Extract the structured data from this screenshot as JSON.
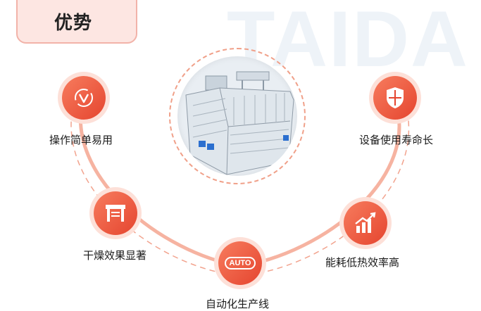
{
  "header": {
    "title": "优势"
  },
  "watermark": {
    "text": "TAIDA"
  },
  "center": {
    "image_name": "dryer-machine-image"
  },
  "features": [
    {
      "label": "操作简单易用",
      "icon": "v-cycle-icon"
    },
    {
      "label": "设备使用寿命长",
      "icon": "shield-icon"
    },
    {
      "label": "干燥效果显著",
      "icon": "dryer-table-icon"
    },
    {
      "label": "能耗低热效率高",
      "icon": "growth-chart-icon"
    },
    {
      "label": "自动化生产线",
      "icon": "auto-badge-icon"
    }
  ],
  "auto_badge_text": "AUTO",
  "colors": {
    "accent": "#e5452f",
    "accent_light": "#f77c5e",
    "tab_bg": "#fde6e2",
    "line": "#f2a38e"
  }
}
